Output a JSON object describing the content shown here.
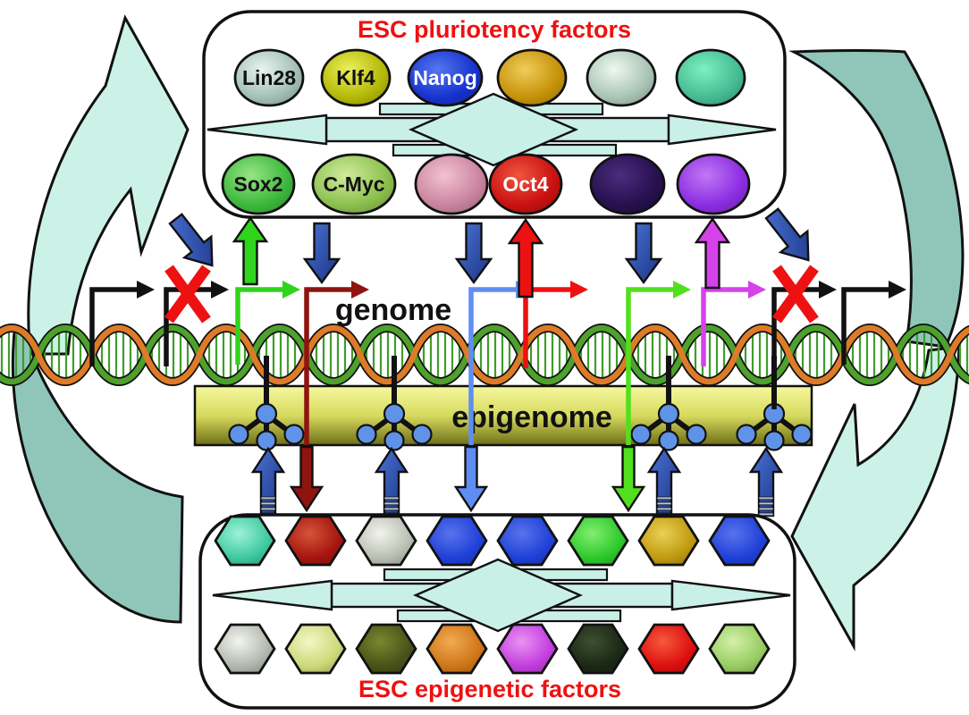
{
  "top_box": {
    "title": "ESC pluriotency factors",
    "row1": [
      {
        "label": "Lin28",
        "color": "#a2c0b8",
        "highlight": "#e9f4f0",
        "text": "#111111"
      },
      {
        "label": "Klf4",
        "color": "#b4b806",
        "highlight": "#ecf05c",
        "text": "#111111"
      },
      {
        "label": "Nanog",
        "color": "#1732cf",
        "highlight": "#5577ee",
        "text": "#ffffff"
      },
      {
        "label": "",
        "color": "#c59209",
        "highlight": "#f0cc5a",
        "text": "#111111"
      },
      {
        "label": "",
        "color": "#a9c4b4",
        "highlight": "#eef8f0",
        "text": "#111111"
      },
      {
        "label": "",
        "color": "#46bb93",
        "highlight": "#7df0c0",
        "text": "#111111"
      }
    ],
    "row2": [
      {
        "label": "Sox2",
        "color": "#3cb83c",
        "highlight": "#98e586",
        "text": "#111111"
      },
      {
        "label": "C-Myc",
        "color": "#8cc04e",
        "highlight": "#d0ec9c",
        "text": "#111111"
      },
      {
        "label": "",
        "color": "#c9849e",
        "highlight": "#f4c2d2",
        "text": "#111111"
      },
      {
        "label": "Oct4",
        "color": "#c81111",
        "highlight": "#f25540",
        "text": "#ffffff"
      },
      {
        "label": "",
        "color": "#26104e",
        "highlight": "#4c2c7e",
        "text": "#ffffff"
      },
      {
        "label": "",
        "color": "#8c2de2",
        "highlight": "#c078f4",
        "text": "#ffffff"
      }
    ]
  },
  "bottom_box": {
    "title": "ESC epigenetic factors",
    "row1": [
      {
        "color": "#3ec9a0",
        "highlight": "#9ef2d6"
      },
      {
        "color": "#a51510",
        "highlight": "#d65438"
      },
      {
        "color": "#b9beb2",
        "highlight": "#f2f4ec"
      },
      {
        "color": "#2040d8",
        "highlight": "#5874ec"
      },
      {
        "color": "#2040d8",
        "highlight": "#5874ec"
      },
      {
        "color": "#2cc92c",
        "highlight": "#84ee70"
      },
      {
        "color": "#c09a10",
        "highlight": "#ead054"
      },
      {
        "color": "#2040d8",
        "highlight": "#5874ec"
      }
    ],
    "row2": [
      {
        "color": "#b2b8ae",
        "highlight": "#f3f5ee"
      },
      {
        "color": "#ccd878",
        "highlight": "#f2f8c6"
      },
      {
        "color": "#485218",
        "highlight": "#7a8830"
      },
      {
        "color": "#cf7618",
        "highlight": "#f2aa52"
      },
      {
        "color": "#c33ede",
        "highlight": "#ea92f4"
      },
      {
        "color": "#1c2816",
        "highlight": "#3c5030"
      },
      {
        "color": "#dd0f0f",
        "highlight": "#f55a3c"
      },
      {
        "color": "#97cc62",
        "highlight": "#d4f0a8"
      }
    ]
  },
  "genome": {
    "label": "genome"
  },
  "epigenome": {
    "label": "epigenome",
    "bar_top": "#f6f89e",
    "bar_mid": "#d6da5e",
    "bar_bottom": "#6e6e16",
    "methyl_color": "#5f93e8"
  },
  "colors": {
    "title_red": "#ee1111",
    "outline": "#111111",
    "cycle_light": "#ccf2e7",
    "cycle_dark": "#90c6ba",
    "construct": "#c9f0e6",
    "dark_blue": "#1e3c9b",
    "dark_blue_light": "#4b74d6",
    "black_arrow": "#111111",
    "green": "#2fd41c",
    "bright_green": "#52e01e",
    "red": "#ee1111",
    "dark_red": "#8e1410",
    "cornflower": "#5f8ef2",
    "magenta": "#d642ea",
    "dna_strand_a": "#4da12c",
    "dna_strand_b": "#de7b28",
    "dna_tick": "#3f9d2a",
    "dna_dot_red": "#c23324",
    "dna_dot_blue": "#3355c0"
  },
  "genome_track": {
    "promoters": [
      {
        "color_key": "black_arrow",
        "blocked": false
      },
      {
        "color_key": "black_arrow",
        "blocked": true
      },
      {
        "color_key": "green",
        "blocked": false
      },
      {
        "color_key": "dark_red",
        "blocked": false
      },
      {
        "color_key": "cornflower",
        "blocked": false
      },
      {
        "color_key": "red",
        "blocked": false
      },
      {
        "color_key": "bright_green",
        "blocked": false
      },
      {
        "color_key": "magenta",
        "blocked": false
      },
      {
        "color_key": "black_arrow",
        "blocked": true
      },
      {
        "color_key": "black_arrow",
        "blocked": false
      }
    ]
  }
}
